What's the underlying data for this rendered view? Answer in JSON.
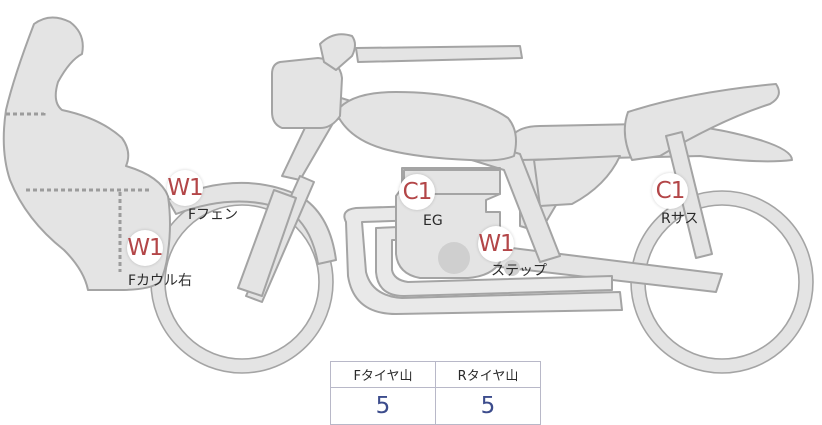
{
  "markers": [
    {
      "id": "front-fender",
      "code": "W1",
      "label": "Fフェン"
    },
    {
      "id": "front-cowl-right",
      "code": "W1",
      "label": "Fカウル右"
    },
    {
      "id": "engine",
      "code": "C1",
      "label": "EG"
    },
    {
      "id": "step",
      "code": "W1",
      "label": "ステップ"
    },
    {
      "id": "rear-suspension",
      "code": "C1",
      "label": "Rサス"
    }
  ],
  "tread_table": {
    "front_header": "Fタイヤ山",
    "rear_header": "Rタイヤ山",
    "front_value": "5",
    "rear_value": "5"
  },
  "colors": {
    "body_fill": "#e4e4e4",
    "outline": "#a4a4a4",
    "marker_text": "#b34648",
    "value_text": "#3c4c8c"
  }
}
